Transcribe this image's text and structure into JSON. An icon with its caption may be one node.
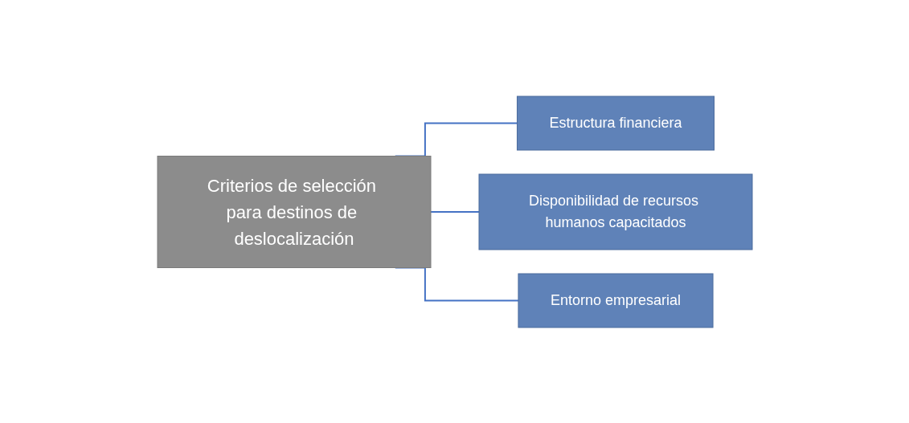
{
  "diagram": {
    "nodes": [
      {
        "text": [
          "Criterios de selección para destinos de deslocalización"
        ]
      },
      {
        "text": [
          "Estructura financiera"
        ]
      },
      {
        "text": [
          "Disponibilidad de recursos humanos capacitados"
        ]
      },
      {
        "text": [
          "Entorno empresarial"
        ]
      }
    ],
    "edges": [
      {
        "from": 0,
        "to": 1,
        "arrow": "none"
      },
      {
        "from": 0,
        "to": 2,
        "arrow": "none"
      },
      {
        "from": 0,
        "to": 3,
        "arrow": "none"
      }
    ]
  }
}
